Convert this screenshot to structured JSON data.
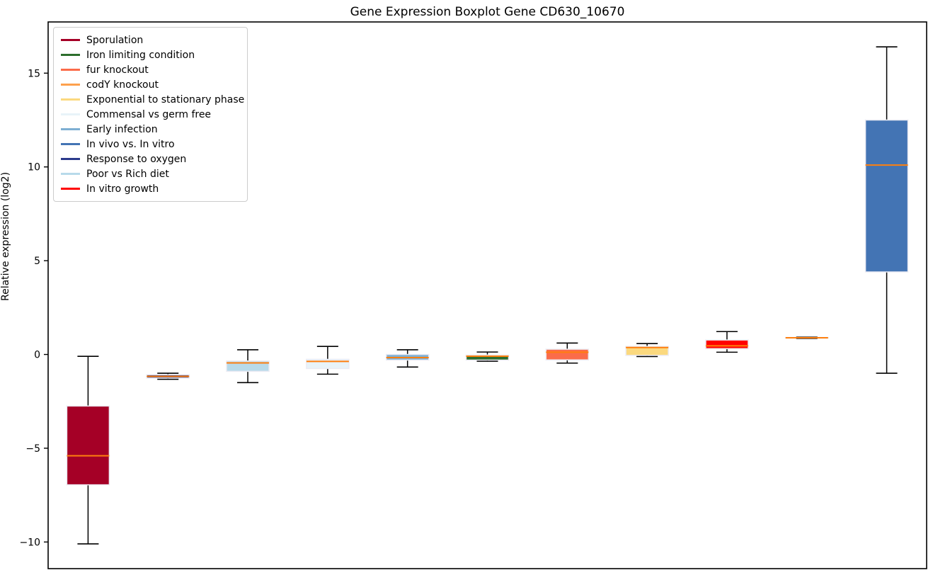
{
  "title": "Gene Expression Boxplot Gene CD630_10670",
  "ylabel": "Relative expression (log2)",
  "chart_data": {
    "type": "boxplot",
    "title": "Gene Expression Boxplot Gene CD630_10670",
    "xlabel": "",
    "ylabel": "Relative expression (log2)",
    "yticks": [
      -10,
      -5,
      0,
      5,
      10,
      15
    ],
    "ylim": [
      -11.42,
      17.73
    ],
    "grid": false,
    "legend_position": "upper left",
    "whisker_color": "#000000",
    "median_color": "#FF7F0E",
    "box_edge_color": "#EBEBF3",
    "boxes_x_order": [
      {
        "label": "Sporulation",
        "color": "#A50026",
        "whislo": -10.1,
        "q1": -6.95,
        "med": -5.4,
        "q3": -2.75,
        "whishi": -0.1
      },
      {
        "label": "Response to oxygen",
        "color": "#2B3A8C",
        "whislo": -1.32,
        "q1": -1.26,
        "med": -1.17,
        "q3": -1.08,
        "whishi": -1.0
      },
      {
        "label": "Poor vs Rich diet",
        "color": "#B8DAEA",
        "whislo": -1.5,
        "q1": -0.9,
        "med": -0.45,
        "q3": -0.35,
        "whishi": 0.25
      },
      {
        "label": "Commensal vs germ free",
        "color": "#E8F3F9",
        "whislo": -1.05,
        "q1": -0.75,
        "med": -0.37,
        "q3": -0.26,
        "whishi": 0.43
      },
      {
        "label": "Early infection",
        "color": "#7EAFD3",
        "whislo": -0.67,
        "q1": -0.3,
        "med": -0.17,
        "q3": 0.0,
        "whishi": 0.25
      },
      {
        "label": "Iron limiting condition",
        "color": "#2D6E2D",
        "whislo": -0.36,
        "q1": -0.3,
        "med": -0.09,
        "q3": -0.03,
        "whishi": 0.13
      },
      {
        "label": "fur knockout",
        "color": "#FB6C4A",
        "whislo": -0.46,
        "q1": -0.29,
        "med": 0.12,
        "q3": 0.28,
        "whishi": 0.61
      },
      {
        "label": "Exponential to stationary phase",
        "color": "#FBD97F",
        "whislo": -0.11,
        "q1": -0.05,
        "med": 0.37,
        "q3": 0.43,
        "whishi": 0.58
      },
      {
        "label": "In vitro growth",
        "color": "#FF0000",
        "whislo": 0.12,
        "q1": 0.31,
        "med": 0.46,
        "q3": 0.77,
        "whishi": 1.22
      },
      {
        "label": "codY knockout",
        "color": "#FDA14D",
        "whislo": 0.85,
        "q1": 0.87,
        "med": 0.89,
        "q3": 0.91,
        "whishi": 0.93
      },
      {
        "label": "In vivo vs. In vitro",
        "color": "#4374B4",
        "whislo": -1.0,
        "q1": 4.4,
        "med": 10.1,
        "q3": 12.5,
        "whishi": 16.4
      }
    ],
    "legend": [
      {
        "label": "Sporulation",
        "color": "#A50026"
      },
      {
        "label": "Iron limiting condition",
        "color": "#2D6E2D"
      },
      {
        "label": "fur knockout",
        "color": "#FB6C4A"
      },
      {
        "label": "codY knockout",
        "color": "#FDA14D"
      },
      {
        "label": "Exponential to stationary phase",
        "color": "#FBD97F"
      },
      {
        "label": "Commensal vs germ free",
        "color": "#E8F3F9"
      },
      {
        "label": "Early infection",
        "color": "#7EAFD3"
      },
      {
        "label": "In vivo vs. In vitro",
        "color": "#4374B4"
      },
      {
        "label": "Response to oxygen",
        "color": "#2B3A8C"
      },
      {
        "label": "Poor vs Rich diet",
        "color": "#B8DAEA"
      },
      {
        "label": "In vitro growth",
        "color": "#FF0000"
      }
    ]
  }
}
